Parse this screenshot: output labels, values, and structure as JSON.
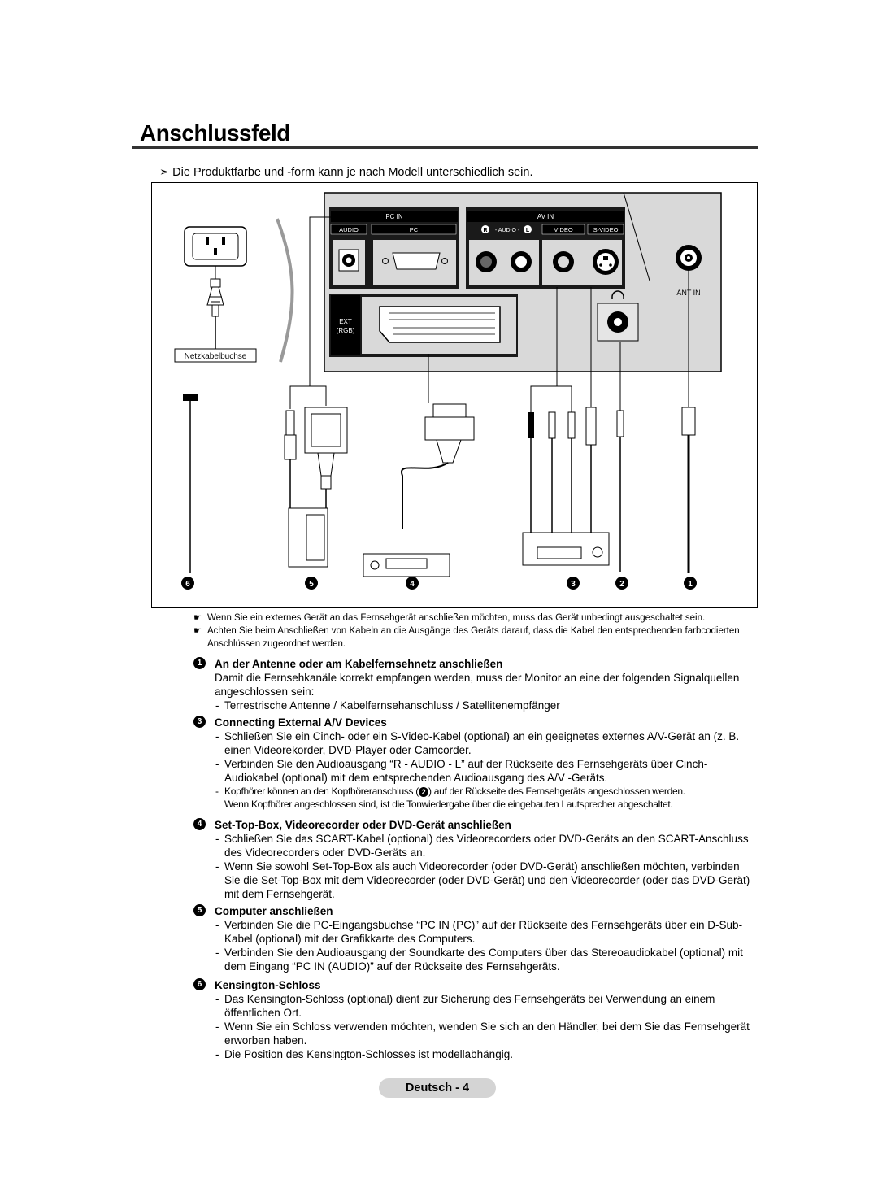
{
  "page": {
    "title": "Anschlussfeld",
    "note": "➣ Die Produktfarbe und -form kann je nach Modell unterschiedlich sein."
  },
  "diagram": {
    "panel_labels": {
      "pc_in": "PC IN",
      "av_in": "AV IN",
      "audio": "AUDIO",
      "pc": "PC",
      "r": "R",
      "audio_rl": "- AUDIO -",
      "l": "L",
      "video": "VIDEO",
      "s_video": "S-VIDEO",
      "ext": "EXT",
      "rgb": "(RGB)",
      "ant_in": "ANT IN"
    },
    "power_label": "Netzkabelbuchse",
    "callouts": [
      "6",
      "5",
      "4",
      "3",
      "2",
      "1"
    ]
  },
  "warnings": [
    "Wenn Sie ein externes Gerät an das Fernsehgerät anschließen möchten, muss das Gerät unbedingt ausgeschaltet sein.",
    "Achten Sie beim Anschließen von Kabeln an die Ausgänge des Geräts darauf, dass die Kabel den entsprechenden farbcodierten Anschlüssen zugeordnet werden."
  ],
  "sections": {
    "s1": {
      "num": "1",
      "heading": "An der Antenne oder am Kabelfernsehnetz anschließen",
      "body": "Damit die Fernsehkanäle korrekt empfangen werden, muss der Monitor an eine der folgenden Signalquellen angeschlossen sein:",
      "items": [
        "Terrestrische Antenne / Kabelfernsehanschluss / Satellitenempfänger"
      ]
    },
    "s3": {
      "num": "3",
      "heading": "Connecting External A/V Devices",
      "items": [
        "Schließen Sie ein Cinch- oder ein S-Video-Kabel (optional) an ein geeignetes externes A/V-Gerät an (z. B. einen Videorekorder, DVD-Player oder Camcorder.",
        "Verbinden Sie den Audioausgang “R - AUDIO - L” auf der Rückseite des Fernsehgeräts über Cinch-Audiokabel (optional) mit dem entsprechenden Audioausgang des A/V -Geräts."
      ],
      "headphone_pre": "Kopfhörer können an den Kopfhöreranschluss (",
      "headphone_num": "2",
      "headphone_post": ") auf der Rückseite des Fernsehgeräts angeschlossen werden.",
      "headphone_line2": "Wenn Kopfhörer angeschlossen sind, ist die Tonwiedergabe über die eingebauten Lautsprecher abgeschaltet."
    },
    "s4": {
      "num": "4",
      "heading": "Set-Top-Box, Videorecorder oder DVD-Gerät anschließen",
      "items": [
        "Schließen Sie das SCART-Kabel (optional) des Videorecorders oder DVD-Geräts an den SCART-Anschluss des Videorecorders oder DVD-Geräts an.",
        "Wenn Sie sowohl Set-Top-Box als auch Videorecorder (oder DVD-Gerät) anschließen möchten, verbinden Sie die Set-Top-Box mit dem Videorecorder (oder DVD-Gerät) und den Videorecorder (oder das DVD-Gerät) mit dem Fernsehgerät."
      ]
    },
    "s5": {
      "num": "5",
      "heading": "Computer anschließen",
      "items": [
        "Verbinden Sie die PC-Eingangsbuchse “PC IN (PC)” auf der Rückseite des Fernsehgeräts über ein D-Sub-Kabel (optional) mit der Grafikkarte des Computers.",
        "Verbinden Sie den Audioausgang der Soundkarte des Computers über das Stereoaudiokabel (optional) mit dem Eingang “PC IN (AUDIO)” auf der Rückseite des Fernsehgeräts."
      ]
    },
    "s6": {
      "num": "6",
      "heading": "Kensington-Schloss",
      "items": [
        "Das Kensington-Schloss (optional) dient zur Sicherung des Fernsehgeräts bei Verwendung an einem öffentlichen Ort.",
        "Wenn Sie ein Schloss verwenden möchten, wenden Sie sich an den Händler, bei dem Sie das Fernsehgerät erworben haben.",
        "Die Position des Kensington-Schlosses ist modellabhängig."
      ]
    }
  },
  "footer": "Deutsch - 4"
}
